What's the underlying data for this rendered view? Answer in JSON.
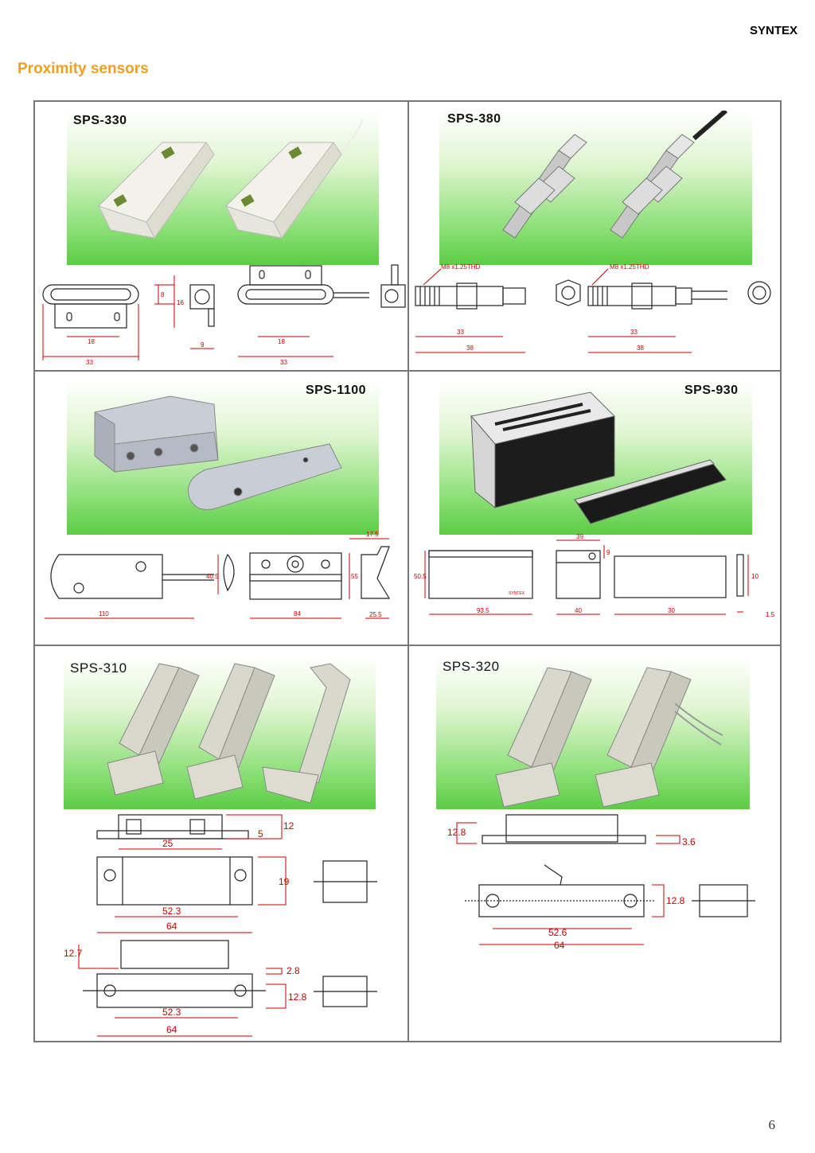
{
  "header": {
    "brand": "SYNTEX",
    "title": "Proximity sensors"
  },
  "products": [
    {
      "model": "SPS-330",
      "dims": {
        "a": "8",
        "b": "16",
        "c": "18",
        "d": "33",
        "e": "9",
        "f": "18",
        "g": "33"
      }
    },
    {
      "model": "SPS-380",
      "dims": {
        "thread1": "M8 x1.25THD",
        "thread2": "M8 x1.25THD",
        "a": "33",
        "b": "38",
        "c": "33",
        "d": "38"
      }
    },
    {
      "model": "SPS-1100",
      "dims": {
        "a": "110",
        "b": "40.5",
        "c": "84",
        "d": "55",
        "e": "17.5",
        "f": "25.5"
      }
    },
    {
      "model": "SPS-930",
      "dims": {
        "a": "50.5",
        "b": "93.5",
        "brand": "SYNTEX",
        "c": "39",
        "d": "9",
        "e": "40",
        "f": "30",
        "g": "10",
        "h": "1.5"
      }
    },
    {
      "model": "SPS-310",
      "dims": {
        "a": "12",
        "b": "5",
        "c": "25",
        "d": "19",
        "e": "52.3",
        "f": "64",
        "g": "12.7",
        "h": "2.8",
        "i": "12.8",
        "j": "52.3",
        "k": "64"
      }
    },
    {
      "model": "SPS-320",
      "dims": {
        "a": "12.8",
        "b": "3.6",
        "c": "12.8",
        "d": "52.6",
        "e": "64"
      }
    }
  ],
  "footer": {
    "page": "6"
  }
}
